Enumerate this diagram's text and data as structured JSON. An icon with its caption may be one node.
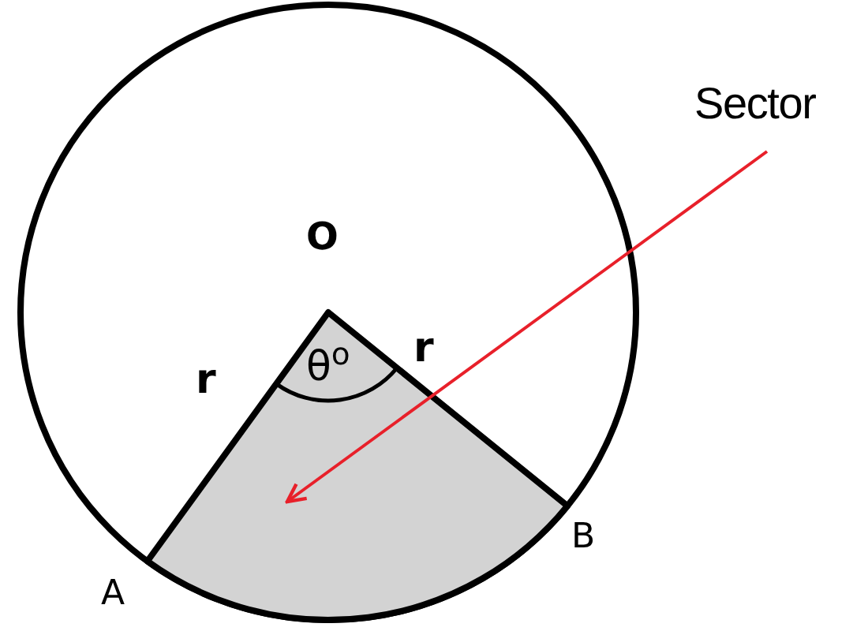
{
  "diagram": {
    "nodes": [
      {
        "text": [
          "Sector"
        ]
      },
      {
        "text": [],
        "shape": "sector"
      }
    ],
    "edges": [
      {
        "from": 0,
        "to": 1,
        "arrow": "to",
        "color": "#e8202a"
      }
    ],
    "labels": [
      "O",
      "r",
      "θ$^{o}$",
      "r",
      "A",
      "B"
    ]
  }
}
